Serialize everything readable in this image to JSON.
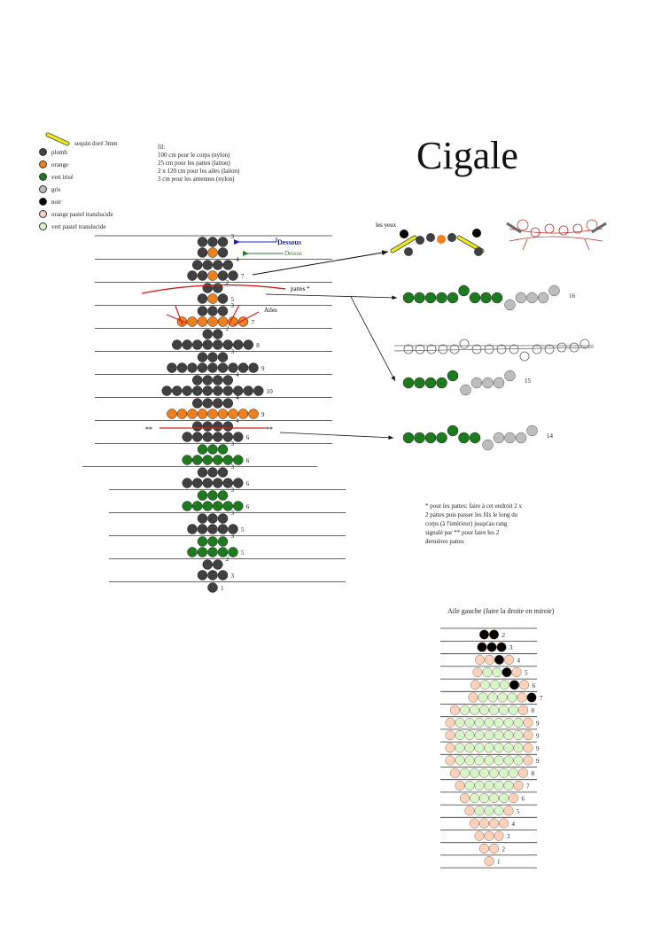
{
  "title": "Cigale",
  "colors": {
    "plomb": "#404040",
    "orange": "#f07f1d",
    "vert_irise": "#1e7a1e",
    "gris": "#bdbdbd",
    "noir": "#000000",
    "orange_pastel": "#fbd3bd",
    "vert_pastel": "#d6f5c8",
    "sequin": "#e8e81a",
    "dessous_arrow": "#2020c0",
    "dessus_arrow": "#2a7a2a",
    "wire_red": "#d02020"
  },
  "legend": {
    "sequin": "sequin doré 3mm",
    "items": [
      {
        "label": "plomb",
        "color": "plomb"
      },
      {
        "label": "orange",
        "color": "orange"
      },
      {
        "label": "vert irisé",
        "color": "vert_irise"
      },
      {
        "label": "gris",
        "color": "gris"
      },
      {
        "label": "noir",
        "color": "noir"
      },
      {
        "label": "orange pastel translucide",
        "color": "orange_pastel"
      },
      {
        "label": "vert pastel translucide",
        "color": "vert_pastel"
      }
    ]
  },
  "fil": {
    "heading": "fil:",
    "lines": [
      "100 cm pour le corps (nylon)",
      "25 cm pour les pattes (laiton)",
      "2 x 120 cm pour les ailes (laiton)",
      "3 cm pour les antennes (nylon)"
    ]
  },
  "labels": {
    "dessous": "Dessous",
    "dessus": "Dessus",
    "pattes": "pattes *",
    "ailes": "Ailes",
    "yeux": "les yeux",
    "stars_left": "**",
    "stars_right": "**"
  },
  "body_rows": [
    {
      "beads": [
        "plomb",
        "plomb",
        "plomb"
      ],
      "count": "3",
      "group": "top"
    },
    {
      "beads": [
        "plomb",
        "orange",
        "plomb"
      ],
      "count": "",
      "group": "bottom"
    },
    {
      "beads": [
        "plomb",
        "plomb",
        "plomb",
        "plomb"
      ],
      "count": "4",
      "group": "top"
    },
    {
      "beads": [
        "plomb",
        "plomb",
        "orange",
        "plomb",
        "plomb"
      ],
      "count": "7",
      "group": "bottom"
    },
    {
      "beads": [
        "plomb",
        "plomb"
      ],
      "count": "2",
      "group": "top"
    },
    {
      "beads": [
        "plomb",
        "orange",
        "plomb"
      ],
      "count": "5",
      "group": "bottom"
    },
    {
      "beads": [
        "plomb",
        "plomb",
        "plomb"
      ],
      "count": "3",
      "group": "top"
    },
    {
      "beads": [
        "orange",
        "orange",
        "orange",
        "orange",
        "orange",
        "orange",
        "orange"
      ],
      "count": "7",
      "group": "bottom"
    },
    {
      "beads": [
        "plomb",
        "plomb"
      ],
      "count": "2",
      "group": "top"
    },
    {
      "beads": [
        "plomb",
        "plomb",
        "plomb",
        "plomb",
        "plomb",
        "plomb",
        "plomb",
        "plomb"
      ],
      "count": "8",
      "group": "bottom"
    },
    {
      "beads": [
        "plomb",
        "plomb",
        "plomb"
      ],
      "count": "3",
      "group": "top"
    },
    {
      "beads": [
        "plomb",
        "plomb",
        "plomb",
        "plomb",
        "plomb",
        "plomb",
        "plomb",
        "plomb",
        "plomb"
      ],
      "count": "9",
      "group": "bottom"
    },
    {
      "beads": [
        "plomb",
        "plomb",
        "plomb",
        "plomb"
      ],
      "count": "4",
      "group": "top"
    },
    {
      "beads": [
        "plomb",
        "plomb",
        "plomb",
        "plomb",
        "plomb",
        "plomb",
        "plomb",
        "plomb",
        "plomb",
        "plomb"
      ],
      "count": "10",
      "group": "bottom"
    },
    {
      "beads": [
        "plomb",
        "plomb",
        "plomb",
        "plomb"
      ],
      "count": "4",
      "group": "top"
    },
    {
      "beads": [
        "orange",
        "orange",
        "orange",
        "orange",
        "orange",
        "orange",
        "orange",
        "orange",
        "orange"
      ],
      "count": "9",
      "group": "bottom"
    },
    {
      "beads": [
        "plomb",
        "plomb",
        "plomb",
        "plomb"
      ],
      "count": "4",
      "group": "top"
    },
    {
      "beads": [
        "plomb",
        "plomb",
        "plomb",
        "plomb",
        "plomb",
        "plomb"
      ],
      "count": "6",
      "group": "bottom"
    },
    {
      "beads": [
        "vert_irise",
        "vert_irise",
        "vert_irise"
      ],
      "count": "3",
      "group": "top"
    },
    {
      "beads": [
        "vert_irise",
        "vert_irise",
        "vert_irise",
        "vert_irise",
        "vert_irise",
        "vert_irise"
      ],
      "count": "6",
      "group": "bottom"
    },
    {
      "beads": [
        "plomb",
        "plomb",
        "plomb"
      ],
      "count": "3",
      "group": "top"
    },
    {
      "beads": [
        "plomb",
        "plomb",
        "plomb",
        "plomb",
        "plomb",
        "plomb"
      ],
      "count": "6",
      "group": "bottom"
    },
    {
      "beads": [
        "vert_irise",
        "vert_irise",
        "vert_irise"
      ],
      "count": "3",
      "group": "top"
    },
    {
      "beads": [
        "vert_irise",
        "vert_irise",
        "vert_irise",
        "vert_irise",
        "vert_irise",
        "vert_irise"
      ],
      "count": "6",
      "group": "bottom"
    },
    {
      "beads": [
        "plomb",
        "plomb",
        "plomb"
      ],
      "count": "3",
      "group": "top"
    },
    {
      "beads": [
        "plomb",
        "plomb",
        "plomb",
        "plomb",
        "plomb"
      ],
      "count": "5",
      "group": "bottom"
    },
    {
      "beads": [
        "vert_irise",
        "vert_irise",
        "vert_irise"
      ],
      "count": "3",
      "group": "top"
    },
    {
      "beads": [
        "vert_irise",
        "vert_irise",
        "vert_irise",
        "vert_irise",
        "vert_irise"
      ],
      "count": "5",
      "group": "bottom"
    },
    {
      "beads": [
        "plomb",
        "plomb"
      ],
      "count": "2",
      "group": "top"
    },
    {
      "beads": [
        "plomb",
        "plomb",
        "plomb"
      ],
      "count": "3",
      "group": "bottom"
    },
    {
      "beads": [
        "plomb"
      ],
      "count": "1",
      "group": "single"
    }
  ],
  "legs": [
    {
      "count": "16",
      "green": [
        0,
        0,
        0,
        0,
        0,
        1,
        0,
        0,
        0
      ],
      "grey": 5
    },
    {
      "count": "15",
      "green": [
        0,
        0,
        0,
        0,
        1
      ],
      "grey": 5
    },
    {
      "count": "14",
      "green": [
        0,
        0,
        0,
        0,
        1,
        0,
        0
      ],
      "grey": 5
    }
  ],
  "note": "* pour les pattes: faire à cet endroit 2 x 2 pattes puis passer les fils le long du corps (à l'intérieur) jusqu'au rang signalé par ** pour faire les 2 dernières pattes",
  "wing": {
    "title": "Aile gauche (faire la droite en miroir)",
    "rows": [
      {
        "beads": [
          "noir",
          "noir"
        ],
        "count": "2"
      },
      {
        "beads": [
          "noir",
          "noir",
          "noir"
        ],
        "count": "3"
      },
      {
        "beads": [
          "orange_pastel",
          "orange_pastel",
          "noir",
          "orange_pastel"
        ],
        "count": "4"
      },
      {
        "beads": [
          "orange_pastel",
          "vert_pastel",
          "vert_pastel",
          "noir",
          "orange_pastel"
        ],
        "count": "5"
      },
      {
        "beads": [
          "orange_pastel",
          "vert_pastel",
          "vert_pastel",
          "vert_pastel",
          "noir",
          "orange_pastel"
        ],
        "count": "6"
      },
      {
        "beads": [
          "orange_pastel",
          "vert_pastel",
          "vert_pastel",
          "vert_pastel",
          "vert_pastel",
          "orange_pastel",
          "noir"
        ],
        "count": "7"
      },
      {
        "beads": [
          "orange_pastel",
          "vert_pastel",
          "vert_pastel",
          "vert_pastel",
          "vert_pastel",
          "vert_pastel",
          "vert_pastel",
          "orange_pastel"
        ],
        "count": "8"
      },
      {
        "beads": [
          "orange_pastel",
          "vert_pastel",
          "vert_pastel",
          "vert_pastel",
          "vert_pastel",
          "vert_pastel",
          "vert_pastel",
          "vert_pastel",
          "orange_pastel"
        ],
        "count": "9"
      },
      {
        "beads": [
          "orange_pastel",
          "vert_pastel",
          "vert_pastel",
          "vert_pastel",
          "vert_pastel",
          "vert_pastel",
          "vert_pastel",
          "vert_pastel",
          "orange_pastel"
        ],
        "count": "9"
      },
      {
        "beads": [
          "orange_pastel",
          "vert_pastel",
          "vert_pastel",
          "vert_pastel",
          "vert_pastel",
          "vert_pastel",
          "vert_pastel",
          "vert_pastel",
          "orange_pastel"
        ],
        "count": "9"
      },
      {
        "beads": [
          "orange_pastel",
          "vert_pastel",
          "vert_pastel",
          "vert_pastel",
          "vert_pastel",
          "vert_pastel",
          "vert_pastel",
          "vert_pastel",
          "orange_pastel"
        ],
        "count": "9"
      },
      {
        "beads": [
          "orange_pastel",
          "vert_pastel",
          "vert_pastel",
          "vert_pastel",
          "vert_pastel",
          "vert_pastel",
          "vert_pastel",
          "orange_pastel"
        ],
        "count": "8"
      },
      {
        "beads": [
          "orange_pastel",
          "vert_pastel",
          "vert_pastel",
          "vert_pastel",
          "vert_pastel",
          "vert_pastel",
          "orange_pastel"
        ],
        "count": "7"
      },
      {
        "beads": [
          "orange_pastel",
          "vert_pastel",
          "vert_pastel",
          "vert_pastel",
          "vert_pastel",
          "orange_pastel"
        ],
        "count": "6"
      },
      {
        "beads": [
          "orange_pastel",
          "vert_pastel",
          "vert_pastel",
          "vert_pastel",
          "orange_pastel"
        ],
        "count": "5"
      },
      {
        "beads": [
          "orange_pastel",
          "orange_pastel",
          "orange_pastel",
          "orange_pastel"
        ],
        "count": "4"
      },
      {
        "beads": [
          "orange_pastel",
          "orange_pastel",
          "orange_pastel"
        ],
        "count": "3"
      },
      {
        "beads": [
          "orange_pastel",
          "orange_pastel"
        ],
        "count": "2"
      },
      {
        "beads": [
          "orange_pastel"
        ],
        "count": "1"
      }
    ]
  }
}
